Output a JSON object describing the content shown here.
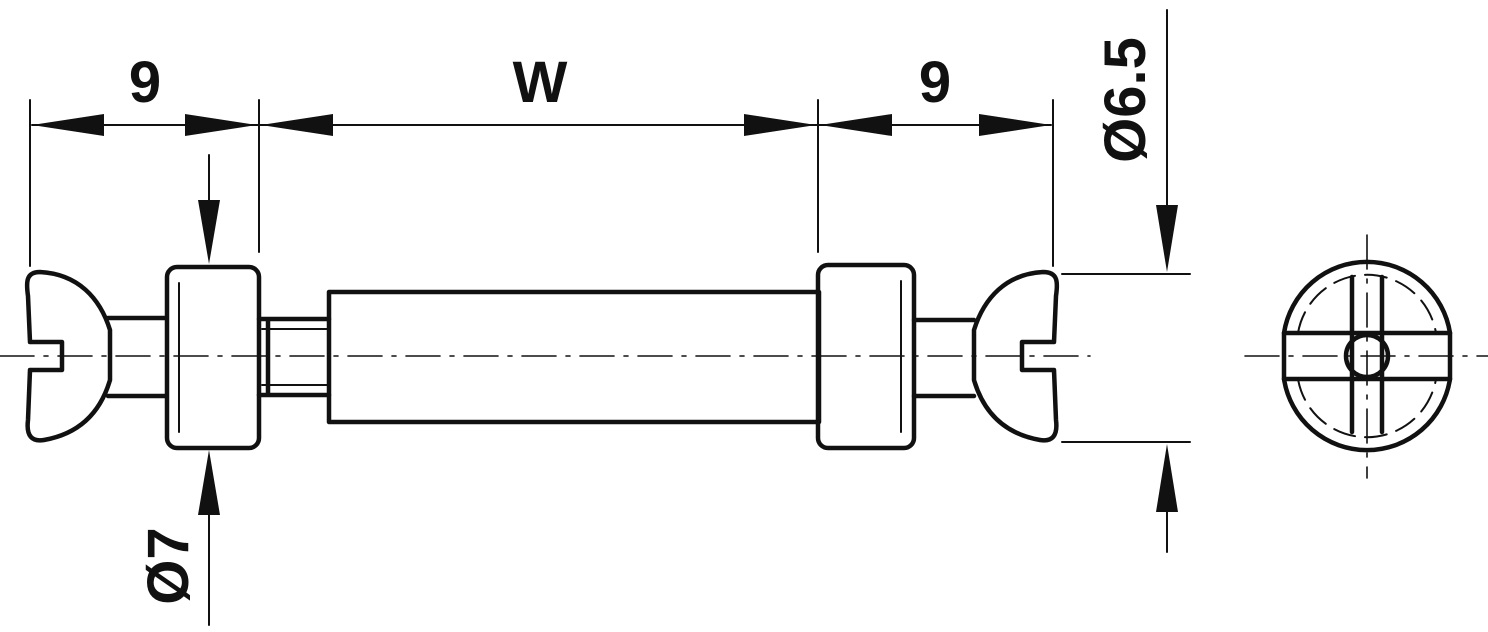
{
  "dimensions": {
    "left_length": "9",
    "middle_length": "W",
    "right_length": "9",
    "collar_diameter": "Ø7",
    "end_diameter": "Ø6.5"
  },
  "colors": {
    "line": "#111111",
    "background": "#ffffff"
  }
}
